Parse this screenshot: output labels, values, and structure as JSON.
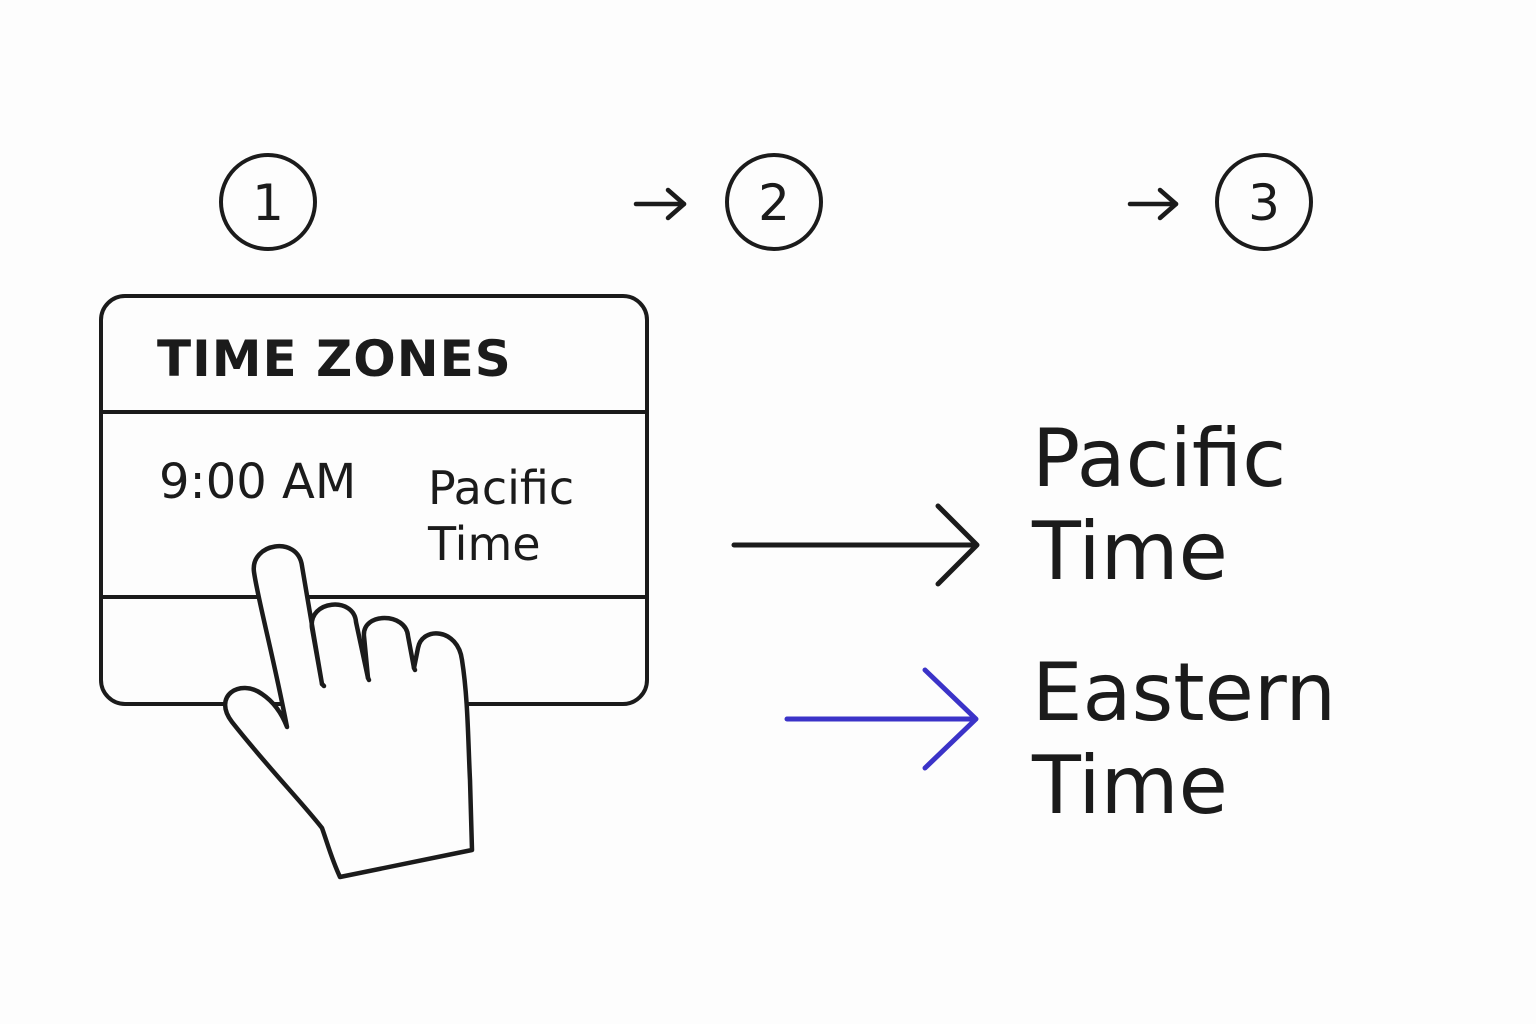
{
  "steps": [
    "1",
    "2",
    "3"
  ],
  "panel": {
    "title": "TIME ZONES",
    "time": "9:00 AM",
    "zone": "Pacific Time"
  },
  "outputs": [
    {
      "label": "Pacific Time",
      "arrow_color": "#1b1b1b"
    },
    {
      "label": "Eastern Time",
      "arrow_color": "#3b33c8"
    }
  ],
  "colors": {
    "ink": "#1b1b1b",
    "accent": "#3b33c8",
    "background": "#fdfdfd"
  },
  "icons": {
    "pointer": "pointing-hand-icon",
    "connector": "arrow-right-icon"
  }
}
